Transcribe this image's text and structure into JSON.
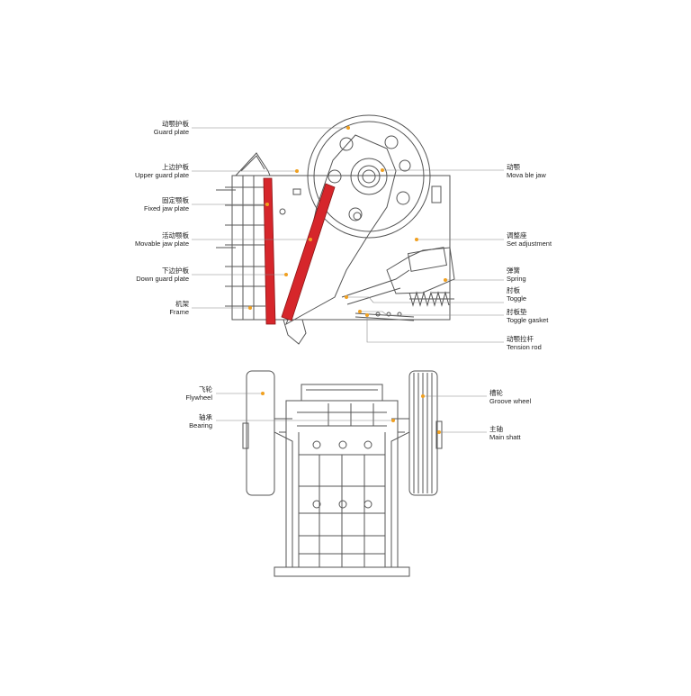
{
  "colors": {
    "line": "#555555",
    "red": "#d6262b",
    "leader": "#888888",
    "dot": "#f0a020"
  },
  "labels_left_top": [
    {
      "zh": "动颚护板",
      "en": "Guard plate"
    },
    {
      "zh": "上边护板",
      "en": "Upper guard plate"
    },
    {
      "zh": "固定颚板",
      "en": "Fixed jaw plate"
    },
    {
      "zh": "活动颚板",
      "en": "Movable jaw plate"
    },
    {
      "zh": "下边护板",
      "en": "Down guard plate"
    },
    {
      "zh": "机架",
      "en": "Frame"
    }
  ],
  "labels_right_top": [
    {
      "zh": "动颚",
      "en": "Mova ble jaw"
    },
    {
      "zh": "调整座",
      "en": "Set adjustment"
    },
    {
      "zh": "弹簧",
      "en": "Spring"
    },
    {
      "zh": "肘板",
      "en": "Toggle"
    },
    {
      "zh": "肘板垫",
      "en": "Toggle gasket"
    },
    {
      "zh": "动颚拉杆",
      "en": "Tension rod"
    }
  ],
  "labels_left_bottom": [
    {
      "zh": "飞轮",
      "en": "Flywheel"
    },
    {
      "zh": "轴承",
      "en": "Bearing"
    }
  ],
  "labels_right_bottom": [
    {
      "zh": "槽轮",
      "en": "Groove wheel"
    },
    {
      "zh": "主轴",
      "en": "Main shatt"
    }
  ]
}
